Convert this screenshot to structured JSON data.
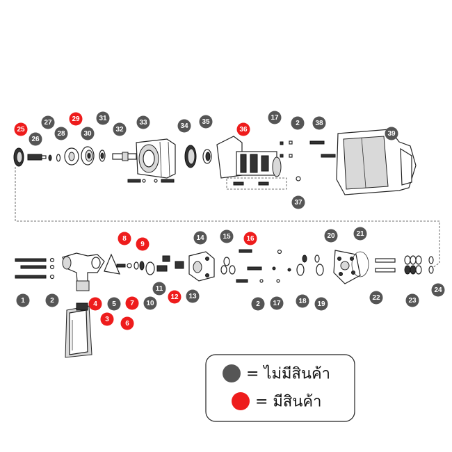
{
  "colors": {
    "not_available": "#555555",
    "available": "#ee1c1c"
  },
  "legend": {
    "not_available_label": "= ไม่มีสินค้า",
    "available_label": "= มีสินค้า"
  },
  "parts": [
    {
      "num": "25",
      "status": "available"
    },
    {
      "num": "26",
      "status": "not_available"
    },
    {
      "num": "27",
      "status": "not_available"
    },
    {
      "num": "28",
      "status": "not_available"
    },
    {
      "num": "29",
      "status": "available"
    },
    {
      "num": "30",
      "status": "not_available"
    },
    {
      "num": "31",
      "status": "not_available"
    },
    {
      "num": "32",
      "status": "not_available"
    },
    {
      "num": "33",
      "status": "not_available"
    },
    {
      "num": "34",
      "status": "not_available"
    },
    {
      "num": "35",
      "status": "not_available"
    },
    {
      "num": "36",
      "status": "available"
    },
    {
      "num": "17",
      "status": "not_available"
    },
    {
      "num": "2",
      "status": "not_available"
    },
    {
      "num": "38",
      "status": "not_available"
    },
    {
      "num": "39",
      "status": "not_available"
    },
    {
      "num": "37",
      "status": "not_available"
    },
    {
      "num": "8",
      "status": "available"
    },
    {
      "num": "9",
      "status": "available"
    },
    {
      "num": "14",
      "status": "not_available"
    },
    {
      "num": "15",
      "status": "not_available"
    },
    {
      "num": "16",
      "status": "available"
    },
    {
      "num": "20",
      "status": "not_available"
    },
    {
      "num": "21",
      "status": "not_available"
    },
    {
      "num": "1",
      "status": "not_available"
    },
    {
      "num": "2",
      "status": "not_available"
    },
    {
      "num": "4",
      "status": "available"
    },
    {
      "num": "5",
      "status": "not_available"
    },
    {
      "num": "7",
      "status": "available"
    },
    {
      "num": "10",
      "status": "not_available"
    },
    {
      "num": "11",
      "status": "not_available"
    },
    {
      "num": "12",
      "status": "available"
    },
    {
      "num": "13",
      "status": "not_available"
    },
    {
      "num": "2",
      "status": "not_available"
    },
    {
      "num": "17",
      "status": "not_available"
    },
    {
      "num": "18",
      "status": "not_available"
    },
    {
      "num": "19",
      "status": "not_available"
    },
    {
      "num": "22",
      "status": "not_available"
    },
    {
      "num": "23",
      "status": "not_available"
    },
    {
      "num": "24",
      "status": "not_available"
    },
    {
      "num": "3",
      "status": "available"
    },
    {
      "num": "6",
      "status": "available"
    }
  ]
}
